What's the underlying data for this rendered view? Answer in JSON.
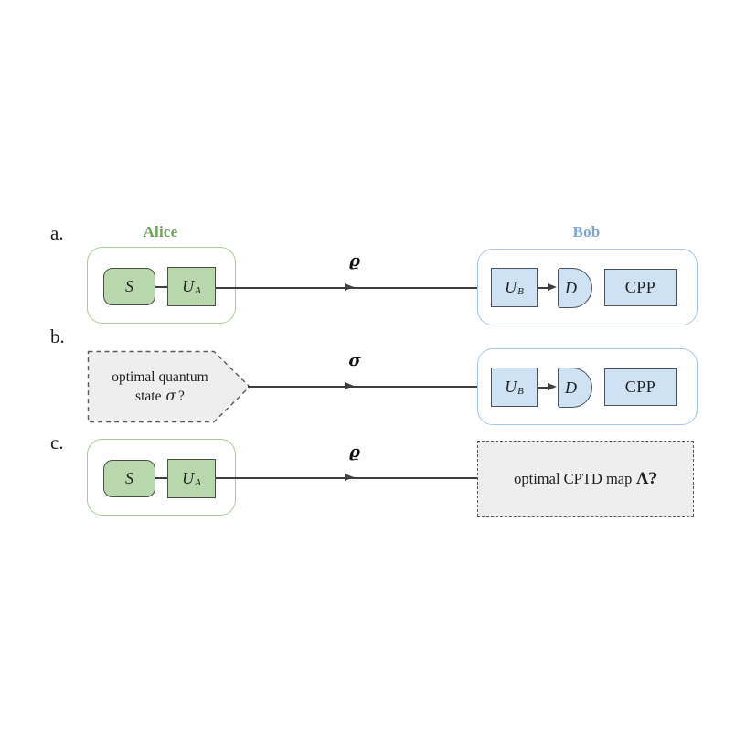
{
  "diagram": {
    "colors": {
      "green_fill": "#b9d7ac",
      "green_box_border": "#4a4f46",
      "green_container_border": "#a5cd93",
      "alice_title_color": "#6fa45b",
      "blue_fill": "#cfe2f3",
      "blue_box_border": "#4b545e",
      "blue_container_border": "#a9c7e2",
      "bob_title_color": "#7aa5d6",
      "dashed_fill": "#eeeeee",
      "dashed_border": "#5a5a5a",
      "line_color": "#3f3f3f"
    },
    "panel_a": {
      "label": "a.",
      "alice_title": "Alice",
      "source": "S",
      "unitary": "U",
      "unitary_sub": "A",
      "channel": "ϱ",
      "bob_title": "Bob",
      "bob_unitary": "U",
      "bob_unitary_sub": "B",
      "detector": "D",
      "processor": "CPP"
    },
    "panel_b": {
      "label": "b.",
      "question_line1": "optimal quantum",
      "question_line2_pre": "state",
      "question_symbol": "σ",
      "question_post": "?",
      "channel": "σ",
      "bob_unitary": "U",
      "bob_unitary_sub": "B",
      "detector": "D",
      "processor": "CPP"
    },
    "panel_c": {
      "label": "c.",
      "source": "S",
      "unitary": "U",
      "unitary_sub": "A",
      "channel": "ϱ",
      "question_text": "optimal CPTD map",
      "question_symbol": "Λ?"
    }
  }
}
